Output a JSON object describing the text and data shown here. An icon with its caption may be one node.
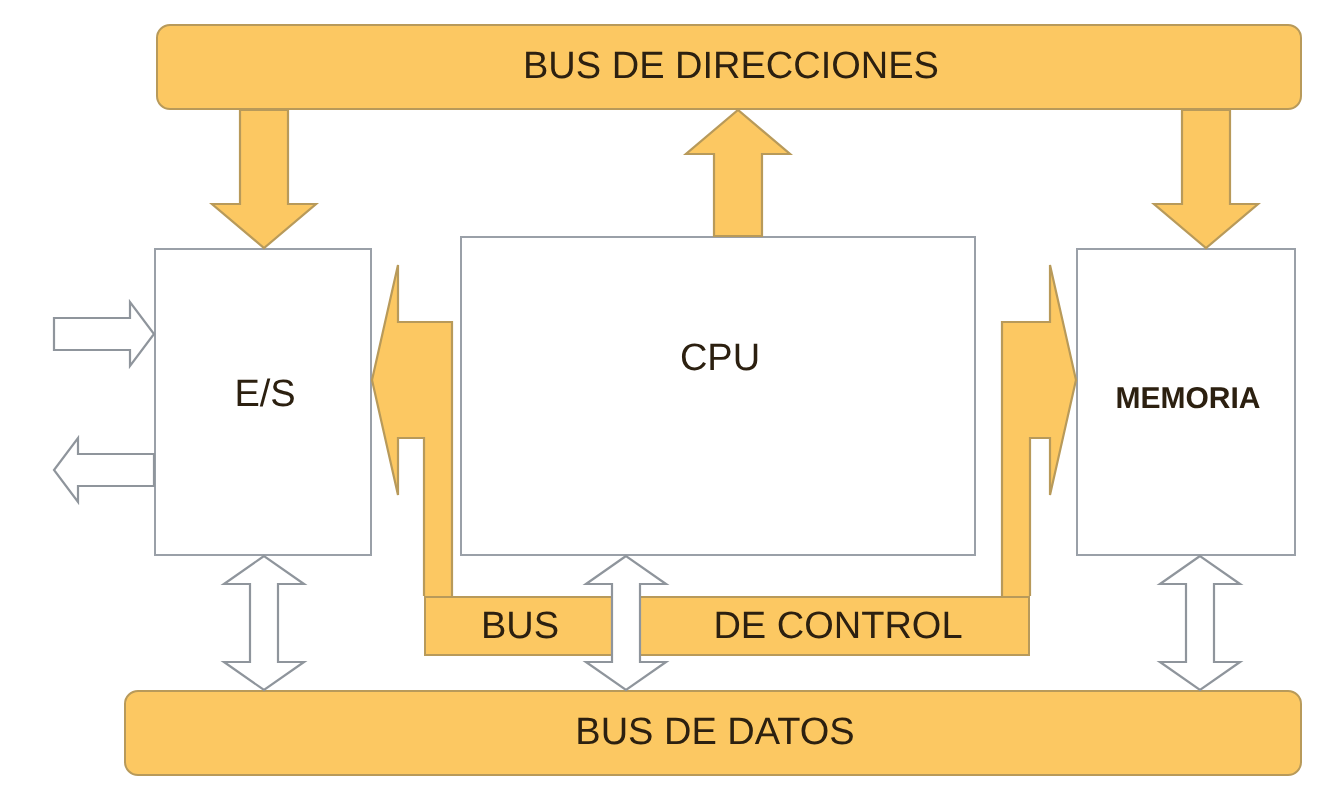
{
  "diagram": {
    "nodes": [
      {
        "text": [
          "BUS DE DIRECCIONES"
        ]
      },
      {
        "text": [
          "E/S"
        ]
      },
      {
        "text": [
          "CPU"
        ]
      },
      {
        "text": [
          "MEMORIA"
        ]
      },
      {
        "text": [
          "BUS",
          "DE CONTROL"
        ]
      },
      {
        "text": [
          "BUS DE DATOS"
        ]
      }
    ],
    "edges": [
      {
        "from": 0,
        "to": 1,
        "arrow": "to"
      },
      {
        "from": 2,
        "to": 0,
        "arrow": "to"
      },
      {
        "from": 0,
        "to": 3,
        "arrow": "to"
      },
      {
        "from": 4,
        "to": 1,
        "arrow": "to"
      },
      {
        "from": 4,
        "to": 3,
        "arrow": "to"
      },
      {
        "from": null,
        "to": 1,
        "arrow": "to",
        "color": "#ffffff"
      },
      {
        "from": 1,
        "to": null,
        "arrow": "to",
        "color": "#ffffff"
      },
      {
        "from": 1,
        "to": 5,
        "arrow": "both",
        "color": "#ffffff"
      },
      {
        "from": 2,
        "to": 5,
        "arrow": "both",
        "color": "#ffffff"
      },
      {
        "from": 3,
        "to": 5,
        "arrow": "both",
        "color": "#ffffff"
      }
    ]
  }
}
